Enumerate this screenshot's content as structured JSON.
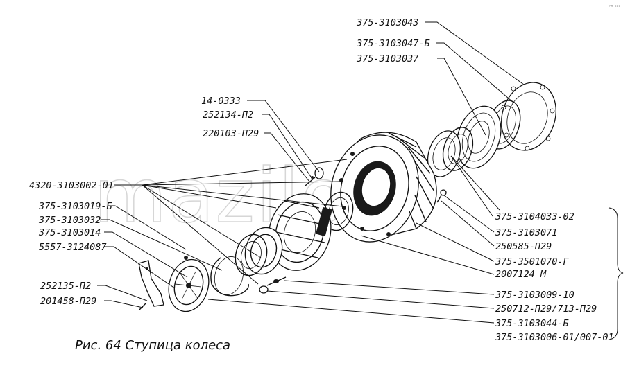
{
  "figure": {
    "caption": "Рис. 64 Ступица колеса",
    "watermark": "mazilov",
    "corner_mark": "ⁿ⁰ ˢᵒᵒ"
  },
  "labels": {
    "top_right": [
      "375-3103043",
      "375-3103047-Б",
      "375-3103037"
    ],
    "top_center": [
      "14-0333",
      "252134-П2",
      "220103-П29"
    ],
    "left": [
      "4320-3103002-01",
      "375-3103019-Б",
      "375-3103032",
      "375-3103014",
      "5557-3124087"
    ],
    "left_bottom": [
      "252135-П2",
      "201458-П29"
    ],
    "right": [
      "375-3104033-02",
      "375-3103071",
      "250585-П29",
      "375-3501070-Г",
      "2007124 М"
    ],
    "bottom_right": [
      "375-3103009-10",
      "250712-П29/713-П29",
      "375-3103044-Б",
      "375-3103006-01/007-01"
    ]
  }
}
